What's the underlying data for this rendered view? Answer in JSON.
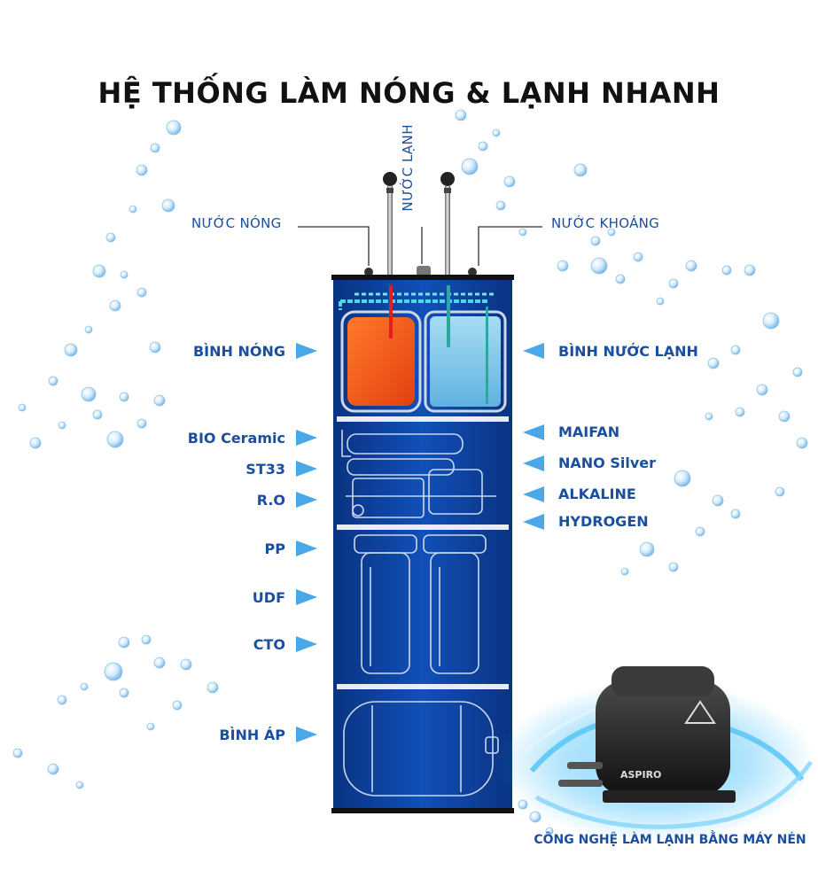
{
  "title": "HỆ THỐNG LÀM NÓNG & LẠNH NHANH",
  "taps": {
    "hot": "NƯỚC NÓNG",
    "cold": "NƯỚC LẠNH",
    "mineral": "NƯỚC KHOÁNG"
  },
  "tanks": {
    "hot": "BÌNH NÓNG",
    "cold": "BÌNH NƯỚC LẠNH"
  },
  "left_filters": [
    "BIO Ceramic",
    "ST33",
    "R.O",
    "PP",
    "UDF",
    "CTO",
    "BÌNH ÁP"
  ],
  "right_filters": [
    "MAIFAN",
    "NANO Silver",
    "ALKALINE",
    "HYDROGEN"
  ],
  "compressor_caption": "CÔNG NGHỆ LÀM LẠNH BẰNG MÁY NÉN",
  "compressor_brand": "ASPIRO",
  "colors": {
    "label": "#1a4fa0",
    "cabinet": "#0d3f9a",
    "hot_tank": "#f05a22",
    "cold_tank": "#8fd0f0",
    "glow": "#29b6f6"
  }
}
